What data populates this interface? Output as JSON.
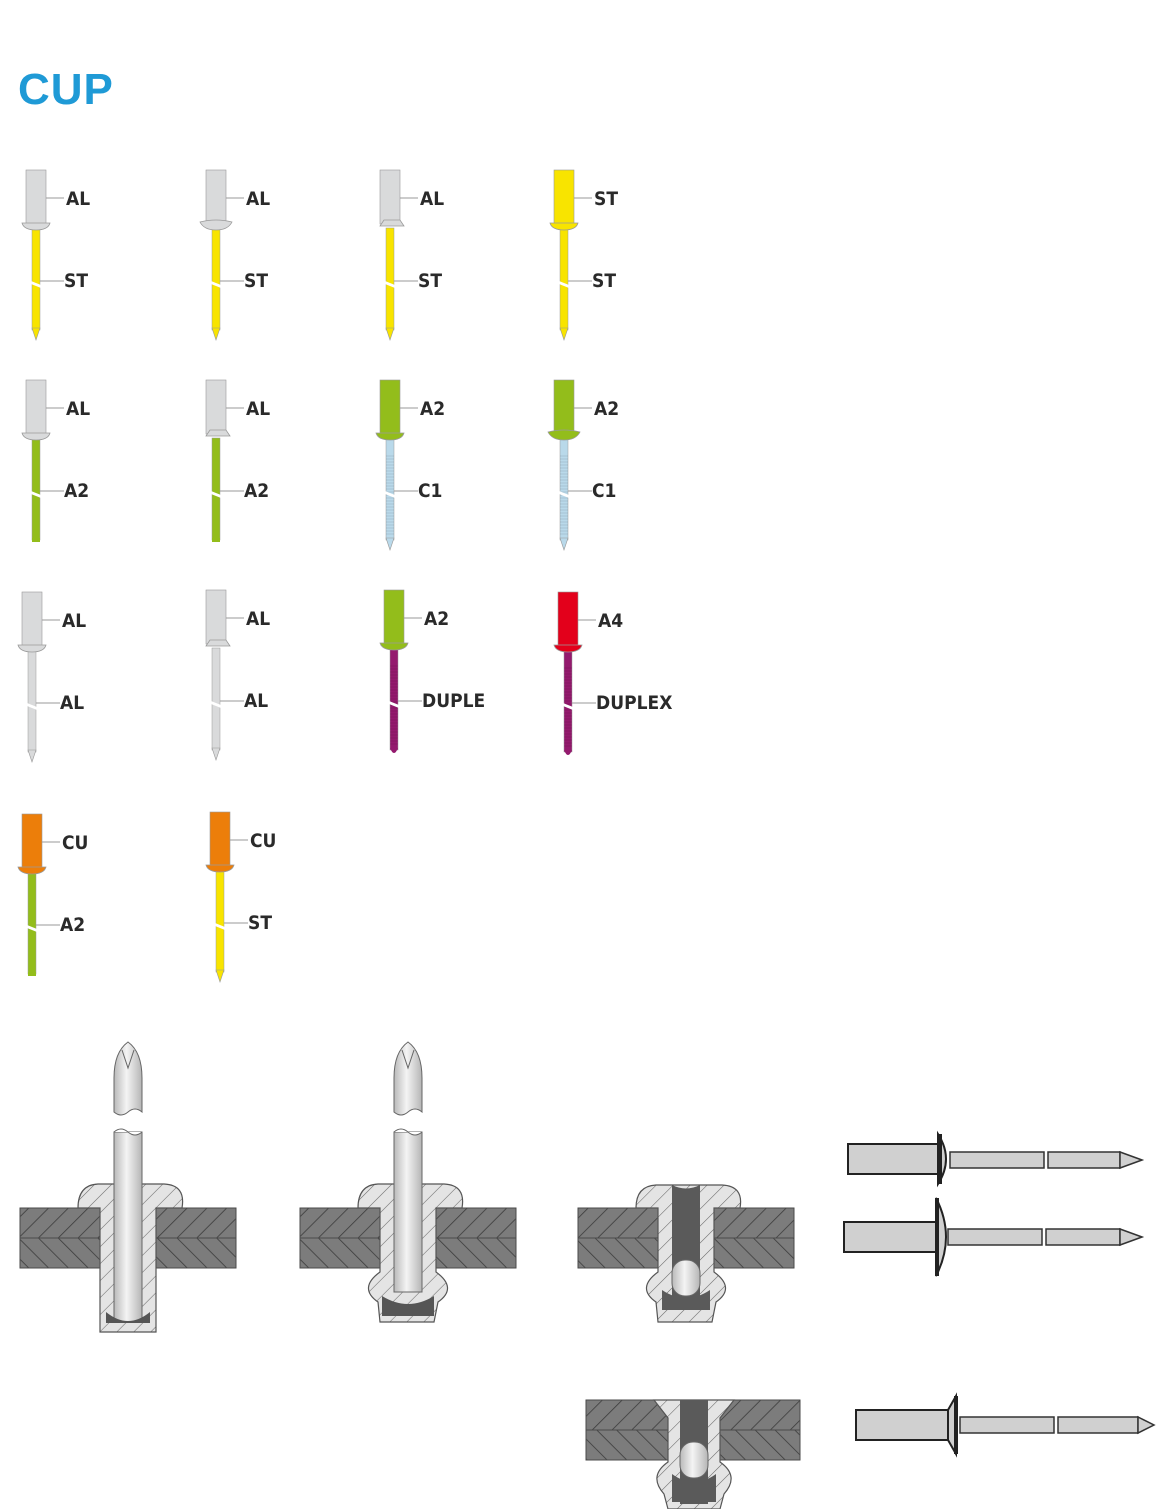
{
  "page": {
    "title": "CUP",
    "title_color": "#1f9ad6"
  },
  "colors": {
    "AL": "#d9dadb",
    "ST": "#f8e400",
    "A2": "#93bd1b",
    "C1": "#b9d9ea",
    "A4": "#e3001b",
    "DUPLEX": "#941a6e",
    "CU": "#ec7e0a",
    "outline": "#9a9a9a"
  },
  "rivets": [
    {
      "id": "r1",
      "body_label": "AL",
      "mandrel_label": "ST",
      "body_material": "AL",
      "mandrel_material": "ST",
      "head": "dome",
      "tip": "point"
    },
    {
      "id": "r2",
      "body_label": "AL",
      "mandrel_label": "ST",
      "body_material": "AL",
      "mandrel_material": "ST",
      "head": "large-flange",
      "tip": "point"
    },
    {
      "id": "r3",
      "body_label": "AL",
      "mandrel_label": "ST",
      "body_material": "AL",
      "mandrel_material": "ST",
      "head": "countersunk",
      "tip": "point"
    },
    {
      "id": "r4",
      "body_label": "ST",
      "mandrel_label": "ST",
      "body_material": "ST",
      "mandrel_material": "ST",
      "head": "dome",
      "tip": "point"
    },
    {
      "id": "r5",
      "body_label": "AL",
      "mandrel_label": "A2",
      "body_material": "AL",
      "mandrel_material": "A2",
      "head": "dome",
      "tip": "flat"
    },
    {
      "id": "r6",
      "body_label": "AL",
      "mandrel_label": "A2",
      "body_material": "AL",
      "mandrel_material": "A2",
      "head": "countersunk",
      "tip": "flat"
    },
    {
      "id": "r7",
      "body_label": "A2",
      "mandrel_label": "C1",
      "body_material": "A2",
      "mandrel_material": "C1",
      "head": "dome",
      "tip": "point-threaded"
    },
    {
      "id": "r8",
      "body_label": "A2",
      "mandrel_label": "C1",
      "body_material": "A2",
      "mandrel_material": "C1",
      "head": "large-flange",
      "tip": "point-threaded"
    },
    {
      "id": "r9",
      "body_label": "AL",
      "mandrel_label": "AL",
      "body_material": "AL",
      "mandrel_material": "AL",
      "head": "dome",
      "tip": "point"
    },
    {
      "id": "r10",
      "body_label": "AL",
      "mandrel_label": "AL",
      "body_material": "AL",
      "mandrel_material": "AL",
      "head": "countersunk",
      "tip": "point"
    },
    {
      "id": "r11",
      "body_label": "A2",
      "mandrel_label": "DUPLE",
      "body_material": "A2",
      "mandrel_material": "DUPLEX",
      "head": "dome",
      "tip": "round-threaded"
    },
    {
      "id": "r12",
      "body_label": "A4",
      "mandrel_label": "DUPLEX",
      "body_material": "A4",
      "mandrel_material": "DUPLEX",
      "head": "dome",
      "tip": "round-threaded"
    },
    {
      "id": "r13",
      "body_label": "CU",
      "mandrel_label": "A2",
      "body_material": "CU",
      "mandrel_material": "A2",
      "head": "dome",
      "tip": "flat"
    },
    {
      "id": "r14",
      "body_label": "CU",
      "mandrel_label": "ST",
      "body_material": "CU",
      "mandrel_material": "ST",
      "head": "dome",
      "tip": "point"
    }
  ],
  "drawings": [
    {
      "id": "d1",
      "name": "cross-section-unset-dome"
    },
    {
      "id": "d2",
      "name": "cross-section-unset-dome-bulged"
    },
    {
      "id": "d3",
      "name": "cross-section-set-dome"
    },
    {
      "id": "d4",
      "name": "side-view-dome-and-large-flange"
    },
    {
      "id": "d5",
      "name": "cross-section-set-countersunk"
    },
    {
      "id": "d6",
      "name": "side-view-countersunk"
    }
  ]
}
